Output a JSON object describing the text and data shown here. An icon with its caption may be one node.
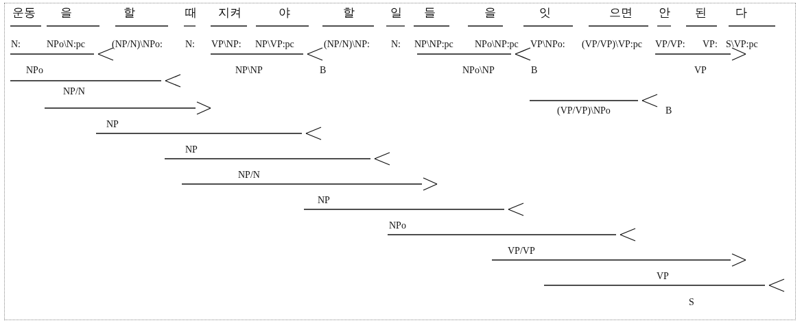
{
  "diagram": {
    "labels": [
      "운동",
      "을",
      "할",
      "때",
      "지켜",
      "야",
      "할",
      "일",
      "들",
      "을",
      "잇",
      "으면",
      "안",
      "된",
      "다",
      "N:",
      "NPo\\N:pc",
      "(NP/N)\\NPo:",
      "N:",
      "VP\\NP:",
      "NP\\VP:pc",
      "(NP/N)\\NP:",
      "N:",
      "NP\\NP:pc",
      "NPo\\NP:pc",
      "VP\\NPo:",
      "(VP/VP)\\VP:pc",
      "VP/VP:",
      "VP:",
      "S\\VP:pc",
      "NPo",
      "NP\\NP",
      "B",
      "NPo\\NP",
      "B",
      "VP",
      "NP/N",
      "(VP/VP)\\NPo",
      "B",
      "NP",
      "NP",
      "NP/N",
      "NP",
      "NPo",
      "VP/VP",
      "VP",
      "S"
    ]
  }
}
